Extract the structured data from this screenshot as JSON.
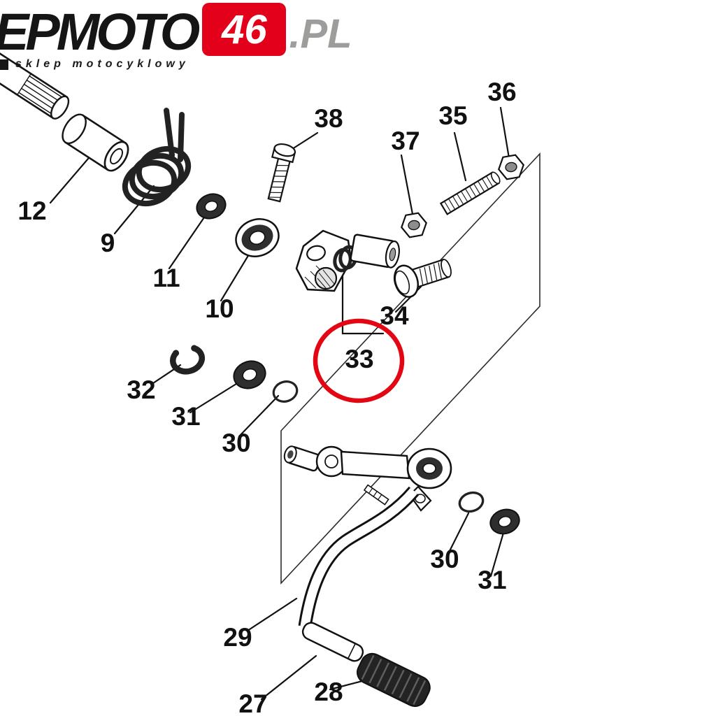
{
  "logo": {
    "main": "EPMOTO",
    "number": "46",
    "tld": ".PL",
    "tagline": "sklep motocyklowy",
    "accent_red": "#e2001a",
    "tld_gray": "#9d9d9c"
  },
  "diagram": {
    "description": "Exploded parts diagram of motorcycle gear shift pedal assembly",
    "highlight": {
      "part": "33",
      "color": "#e30613"
    },
    "parts": [
      {
        "ref": "12"
      },
      {
        "ref": "9"
      },
      {
        "ref": "11"
      },
      {
        "ref": "10"
      },
      {
        "ref": "38"
      },
      {
        "ref": "37"
      },
      {
        "ref": "35"
      },
      {
        "ref": "36"
      },
      {
        "ref": "34"
      },
      {
        "ref": "33"
      },
      {
        "ref": "32"
      },
      {
        "ref": "31"
      },
      {
        "ref": "30"
      },
      {
        "ref": "29"
      },
      {
        "ref": "30"
      },
      {
        "ref": "31"
      },
      {
        "ref": "28"
      },
      {
        "ref": "27"
      }
    ]
  }
}
